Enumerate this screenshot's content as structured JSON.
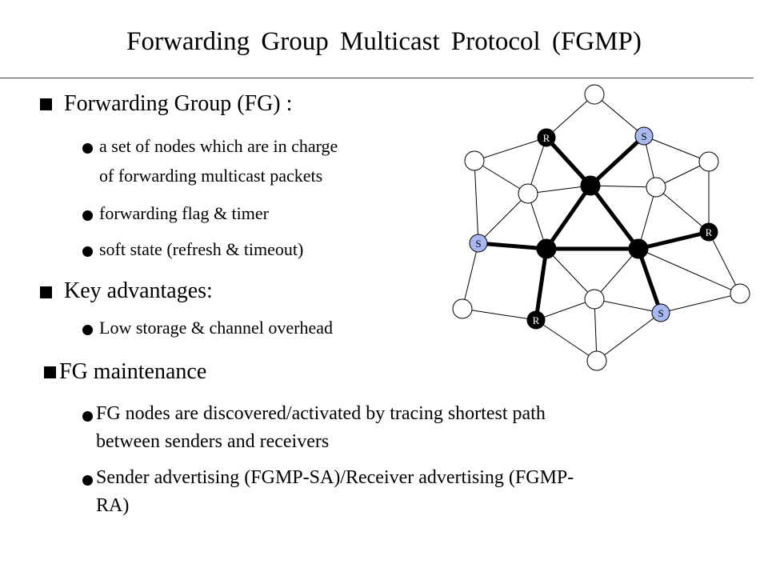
{
  "title": "Forwarding Group Multicast Protocol (FGMP)",
  "fg": {
    "heading": "Forwarding Group (FG) :",
    "items": [
      [
        "a set of nodes which are in charge",
        "of forwarding multicast packets"
      ],
      [
        "forwarding flag & timer"
      ],
      [
        "soft state (refresh & timeout)"
      ]
    ]
  },
  "advantages": {
    "heading": "Key advantages:",
    "items": [
      [
        "Low storage & channel overhead"
      ]
    ]
  },
  "maintenance": {
    "heading": "FG maintenance",
    "items": [
      [
        "FG nodes are discovered/activated by tracing shortest path",
        "between senders and receivers"
      ],
      [
        "Sender advertising (FGMP-SA)/Receiver advertising (FGMP-",
        "RA)"
      ]
    ]
  },
  "diagram": {
    "colors": {
      "node_fill": "#ffffff",
      "fg_node_fill": "#000000",
      "sender_fill": "#a8b8f0",
      "receiver_fill": "#000000",
      "sender_label": "#000000",
      "receiver_label": "#ffffff"
    },
    "node_labels": {
      "sender": "S",
      "receiver": "R"
    }
  }
}
